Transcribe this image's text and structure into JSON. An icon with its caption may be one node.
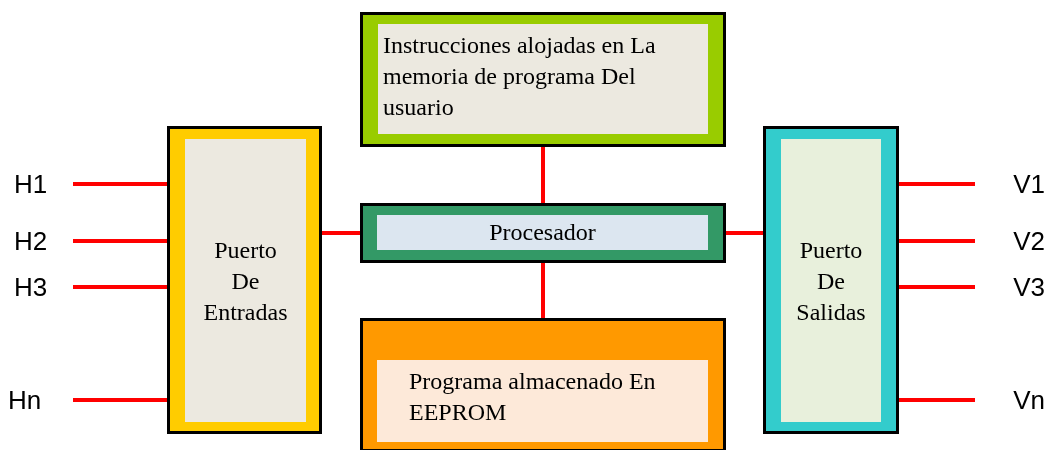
{
  "diagram": {
    "nodes": [
      {
        "text": [
          "Instrucciones alojadas en La memoria de programa Del usuario"
        ]
      },
      {
        "text": [
          "Puerto De Entradas"
        ]
      },
      {
        "text": [
          "Procesador"
        ]
      },
      {
        "text": [
          "Puerto De Salidas"
        ]
      },
      {
        "text": [
          "Programa almacenado En EEPROM"
        ]
      },
      {
        "text": [
          "H1"
        ]
      },
      {
        "text": [
          "H2"
        ]
      },
      {
        "text": [
          "H3"
        ]
      },
      {
        "text": [
          "Hn"
        ]
      },
      {
        "text": [
          "V1"
        ]
      },
      {
        "text": [
          "V2"
        ]
      },
      {
        "text": [
          "V3"
        ]
      },
      {
        "text": [
          "Vn"
        ]
      }
    ],
    "edges": [
      {
        "from": 5,
        "to": 1,
        "arrow": "none"
      },
      {
        "from": 6,
        "to": 1,
        "arrow": "none"
      },
      {
        "from": 7,
        "to": 1,
        "arrow": "none"
      },
      {
        "from": 8,
        "to": 1,
        "arrow": "none"
      },
      {
        "from": 1,
        "to": 2,
        "arrow": "none"
      },
      {
        "from": 0,
        "to": 2,
        "arrow": "none"
      },
      {
        "from": 2,
        "to": 4,
        "arrow": "none"
      },
      {
        "from": 2,
        "to": 3,
        "arrow": "none"
      },
      {
        "from": 3,
        "to": 9,
        "arrow": "none"
      },
      {
        "from": 3,
        "to": 10,
        "arrow": "none"
      },
      {
        "from": 3,
        "to": 11,
        "arrow": "none"
      },
      {
        "from": 3,
        "to": 12,
        "arrow": "none"
      }
    ]
  }
}
